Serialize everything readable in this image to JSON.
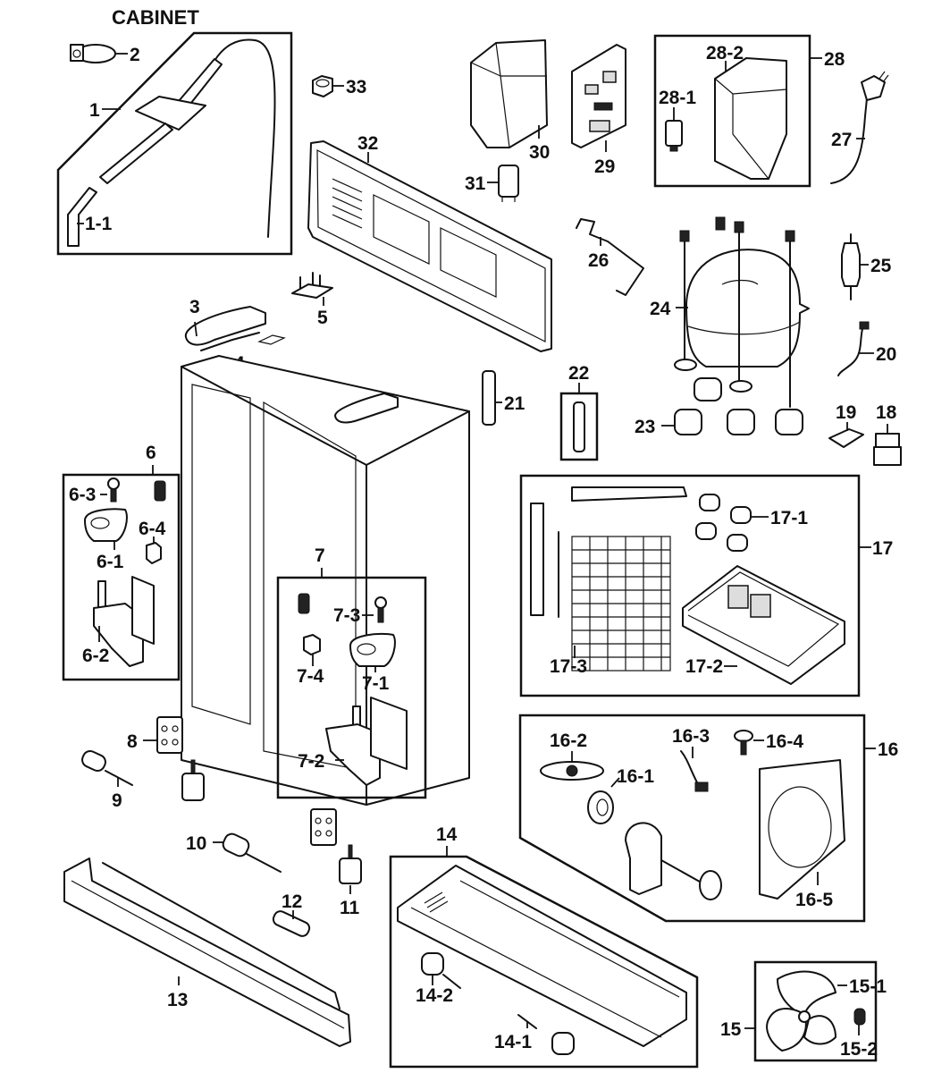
{
  "title": "CABINET",
  "labels": {
    "p1": "1",
    "p1_1": "1-1",
    "p2": "2",
    "p3": "3",
    "p4": "4",
    "p5": "5",
    "p6": "6",
    "p6_1": "6-1",
    "p6_2": "6-2",
    "p6_3": "6-3",
    "p6_4": "6-4",
    "p7": "7",
    "p7_1": "7-1",
    "p7_2": "7-2",
    "p7_3": "7-3",
    "p7_4": "7-4",
    "p8": "8",
    "p9": "9",
    "p10": "10",
    "p11": "11",
    "p12": "12",
    "p13": "13",
    "p14": "14",
    "p14_1": "14-1",
    "p14_2": "14-2",
    "p15": "15",
    "p15_1": "15-1",
    "p15_2": "15-2",
    "p16": "16",
    "p16_1": "16-1",
    "p16_2": "16-2",
    "p16_3": "16-3",
    "p16_4": "16-4",
    "p16_5": "16-5",
    "p17": "17",
    "p17_1": "17-1",
    "p17_2": "17-2",
    "p17_3": "17-3",
    "p18": "18",
    "p19": "19",
    "p20": "20",
    "p21": "21",
    "p22": "22",
    "p23": "23",
    "p24": "24",
    "p25": "25",
    "p26": "26",
    "p27": "27",
    "p28": "28",
    "p28_1": "28-1",
    "p28_2": "28-2",
    "p29": "29",
    "p30": "30",
    "p31": "31",
    "p32": "32",
    "p33": "33"
  }
}
